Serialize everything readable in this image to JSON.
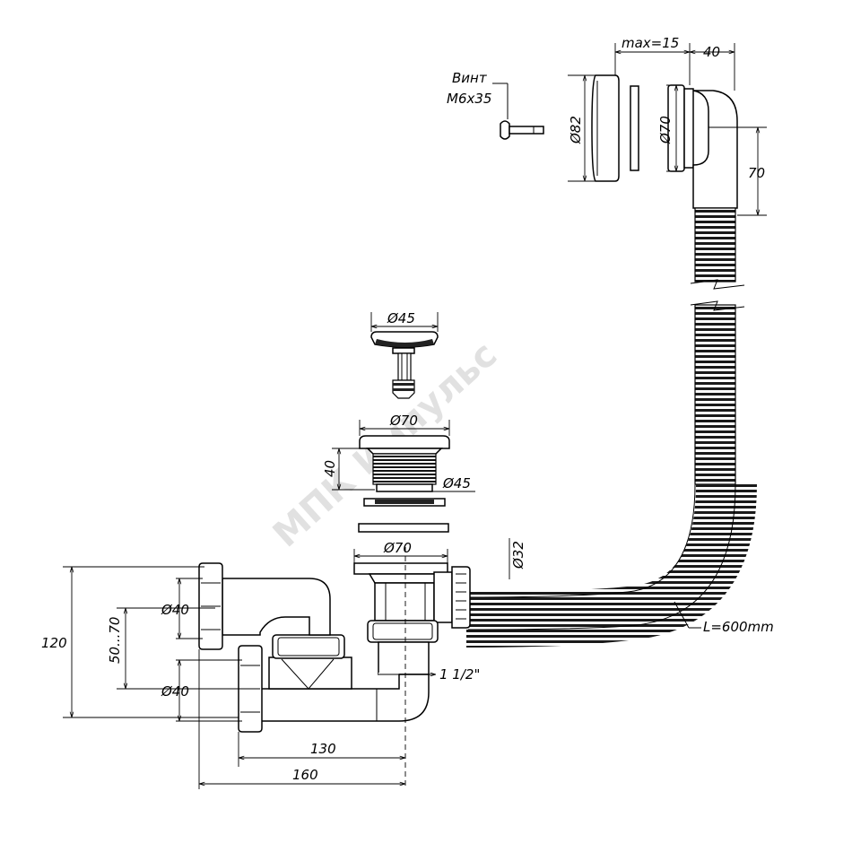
{
  "drawing": {
    "watermark": "МПК Импульс",
    "screw_label_line1": "Винт",
    "screw_label_line2": "М6х35",
    "overflow": {
      "dim_max": "max=15",
      "dim_40": "40",
      "dim_82": "Ø82",
      "dim_70": "Ø70",
      "dim_height_70": "70"
    },
    "plug": {
      "dim_45": "Ø45"
    },
    "drain": {
      "dim_flange_70": "Ø70",
      "dim_height_40": "40",
      "dim_thread_45": "Ø45",
      "dim_lower_70": "Ø70"
    },
    "hose": {
      "dim_32": "Ø32",
      "length": "L=600mm"
    },
    "siphon": {
      "dim_120": "120",
      "dim_50_70": "50...70",
      "dim_40_upper": "Ø40",
      "dim_40_lower": "Ø40",
      "thread": "1 1/2\"",
      "dim_130": "130",
      "dim_160": "160"
    }
  }
}
